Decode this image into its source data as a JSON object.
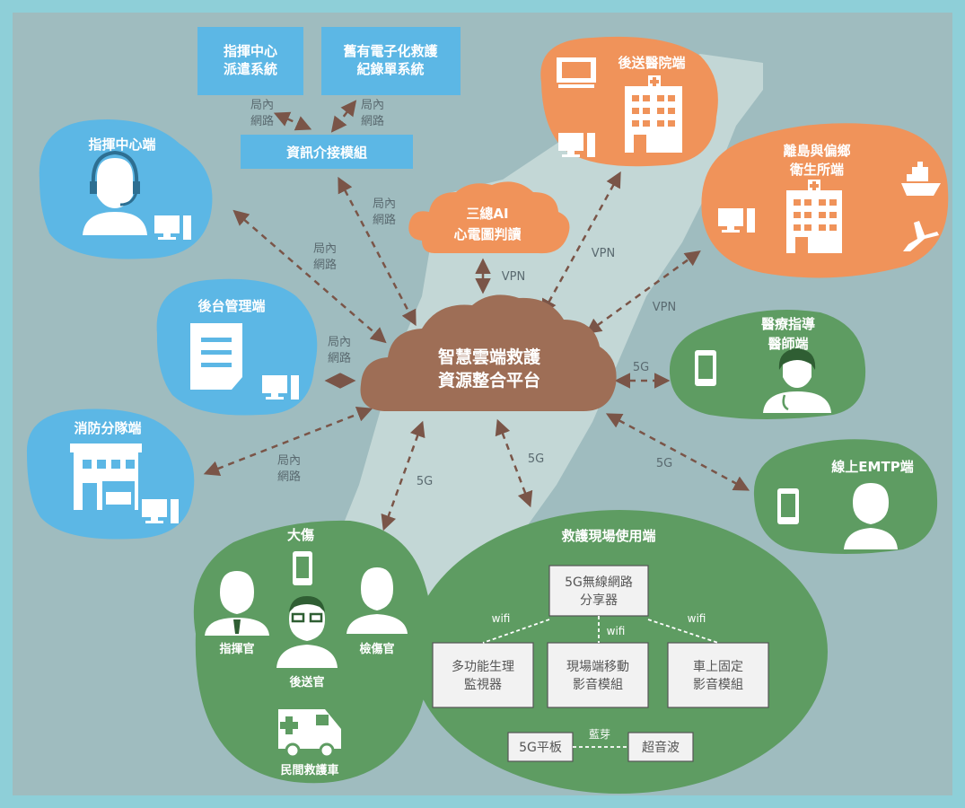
{
  "colors": {
    "frame": "#8ecfd8",
    "bg": "#9fbcbf",
    "island": "#c3d7d6",
    "blue": "#5cb7e5",
    "orange": "#f0935a",
    "green": "#5e9c62",
    "brown": "#9e6e56",
    "arrow": "#7a5548"
  },
  "center": {
    "line1": "智慧雲端救護",
    "line2": "資源整合平台"
  },
  "ai_cloud": {
    "line1": "三總AI",
    "line2": "心電圖判讀"
  },
  "top_boxes": {
    "dispatch": {
      "line1": "指揮中心",
      "line2": "派遣系統"
    },
    "legacy": {
      "line1": "舊有電子化救護",
      "line2": "紀錄單系統"
    },
    "interface": "資訊介接模組"
  },
  "nodes": {
    "command_center": "指揮中心端",
    "backend": "後台管理端",
    "fire_station": "消防分隊端",
    "hospital": "後送醫院端",
    "island_line1": "離島與偏鄉",
    "island_line2": "衛生所端",
    "doctor_line1": "醫療指導",
    "doctor_line2": "醫師端",
    "emtp": "線上EMTP端"
  },
  "mass_casualty": {
    "title": "大傷",
    "commander": "指揮官",
    "transport": "後送官",
    "triage": "檢傷官",
    "ambulance": "民間救護車"
  },
  "scene": {
    "title": "救護現場使用端",
    "router_line1": "5G無線網路",
    "router_line2": "分享器",
    "monitor_line1": "多功能生理",
    "monitor_line2": "監視器",
    "mobile_av_line1": "現場端移動",
    "mobile_av_line2": "影音模組",
    "fixed_av_line1": "車上固定",
    "fixed_av_line2": "影音模組",
    "tablet": "5G平板",
    "ultrasound": "超音波",
    "wifi": "wifi",
    "bluetooth": "藍芽"
  },
  "link_labels": {
    "lan1": "局內",
    "lan2": "網路",
    "vpn": "VPN",
    "g5": "5G"
  }
}
